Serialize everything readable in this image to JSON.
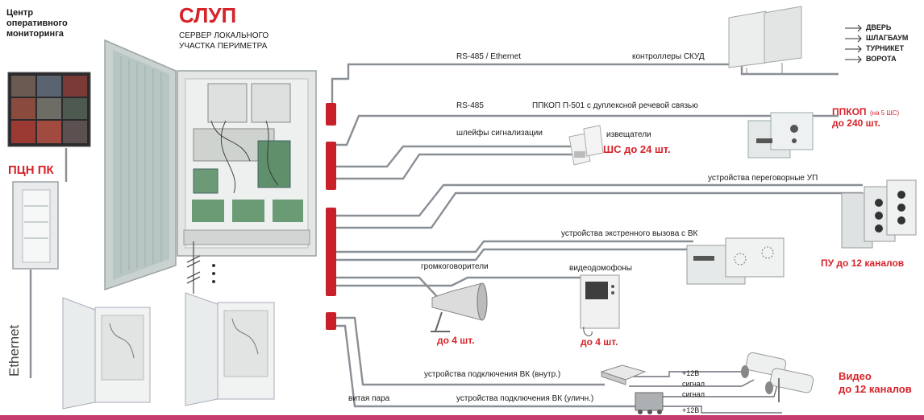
{
  "center": {
    "title_line1": "Центр",
    "title_line2": "оперативного",
    "title_line3": "мониторинга"
  },
  "pcn": {
    "label": "ПЦН ПК"
  },
  "ethernet": {
    "label": "Ethernet"
  },
  "slup": {
    "title": "СЛУП",
    "sub1": "СЕРВЕР ЛОКАЛЬНОГО",
    "sub2": "УЧАСТКА ПЕРИМЕТРА"
  },
  "lines": {
    "rs485_eth": "RS-485 / Ethernet",
    "skud": "контроллеры СКУД",
    "rs485": "RS-485",
    "ppkop_line": "ППКОП П-501 с дуплексной речевой связью",
    "shleify": "шлейфы сигнализации",
    "izveschateli": "извещатели",
    "up": "устройства переговорные УП",
    "ekstr": "устройства экстренного вызова с ВК",
    "gromk": "громкоговорители",
    "video_domofony": "видеодомофоны",
    "vk_vnutr": "устройства подключения ВК (внутр.)",
    "vk_ulich": "устройства подключения ВК (уличн.)",
    "vitaya": "витая пара",
    "p12v_a": "+12В",
    "signal_a": "сигнал",
    "signal_b": "сигнал",
    "p12v_b": "+12В"
  },
  "outputs": {
    "dver": "ДВЕРЬ",
    "shlagbaum": "ШЛАГБАУМ",
    "turniket": "ТУРНИКЕТ",
    "vorota": "ВОРОТА"
  },
  "counts": {
    "shs": "ШС до 24 шт.",
    "ppkop_main": "ППКОП",
    "ppkop_small": "(на 5 ШС)",
    "ppkop_count": "до 240 шт.",
    "pu": "ПУ до 12 каналов",
    "gromk_count": "до 4 шт.",
    "domof_count": "до 4 шт.",
    "video_1": "Видео",
    "video_2": "до 12 каналов"
  },
  "colors": {
    "accent_red": "#d6232a",
    "line_gray": "#8a8f96",
    "cabinet": "#d8dcdc"
  }
}
